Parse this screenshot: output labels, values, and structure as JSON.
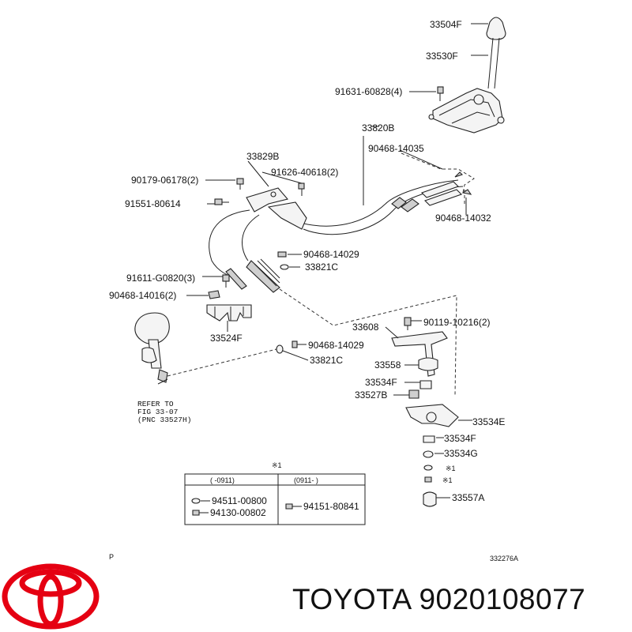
{
  "callouts": {
    "knob": "33504F",
    "lever": "33530F",
    "bolt_lever": "91631-60828(4)",
    "cable_assy": "33820B",
    "pin_upper": "90468-14035",
    "bracket": "33829B",
    "bolt_bracket": "90179-06178(2)",
    "bolt_bracket2": "91626-40618(2)",
    "bolt_small": "91551-80614",
    "pin_right": "90468-14032",
    "clip_1": "90468-14029",
    "washer_1": "33821C",
    "bolt_clamp": "91611-G0820(3)",
    "clip_clamp": "90468-14016(2)",
    "clamp": "33524F",
    "lever_link": "33608",
    "bolt_link": "90119-10216(2)",
    "clip_2": "90468-14029",
    "washer_2": "33821C",
    "bush_1": "33558",
    "bush_2": "33534F",
    "bush_3": "33527B",
    "bracket_link": "33534E",
    "bush_4": "33534F",
    "bush_5": "33534G",
    "marked_1": "※1",
    "marked_2": "※1",
    "bush_6": "33557A"
  },
  "refer": {
    "line1": "REFER TO",
    "line2": "FIG 33-07",
    "line3": "(PNC 33527H)"
  },
  "table": {
    "mark": "※1",
    "col1_header": "(    -0911)",
    "col2_header": "(0911-      )",
    "col1_row1": "94511-00800",
    "col1_row2": "94130-00802",
    "col2_row1": "94151-80841"
  },
  "footer": {
    "left_code": "P",
    "right_code": "332276A"
  },
  "brand": {
    "text": "TOYOTA 9020108077",
    "logo_color": "#e50012"
  }
}
